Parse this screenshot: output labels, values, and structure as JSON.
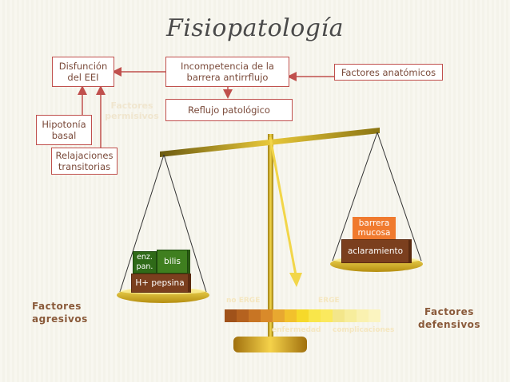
{
  "title": "Fisiopatología",
  "boxes": {
    "disfuncion": "Disfunción del EEI",
    "incompetencia": "Incompetencia de la barrera antirrflujo",
    "anatomicos": "Factores anatómicos",
    "reflujo": "Reflujo patológico",
    "hipotonia": "Hipotonía basal",
    "relajaciones": "Relajaciones transitorias"
  },
  "faint_label": "Factores permisivos",
  "left_pan": {
    "label": "Factores agresivos",
    "weights": {
      "enzimas": "enz. pan.",
      "bilis": "bilis",
      "pepsina": "H+ pepsina"
    }
  },
  "right_pan": {
    "label": "Factores defensivos",
    "weights": {
      "barrera": "barrera mucosa",
      "aclaramiento": "aclaramiento"
    }
  },
  "scale": {
    "left_tick": "no ERGE",
    "right_tick": "ERGE",
    "under_left": "enfermedad",
    "under_right": "complicaciones"
  },
  "colors": {
    "box_border": "#c0504d",
    "arrow": "#c0504d",
    "beam": "#c8a419",
    "dark_brown": "#7b3f1e",
    "green": "#3f7f1f",
    "orange": "#f07a2e"
  }
}
